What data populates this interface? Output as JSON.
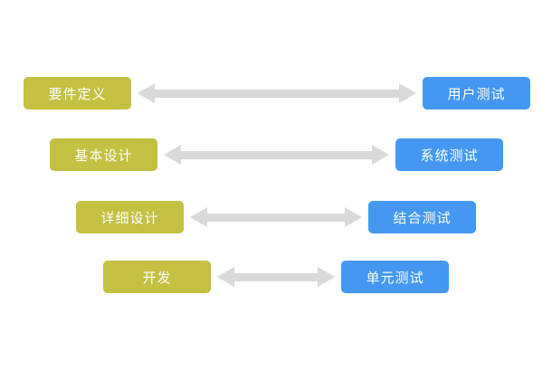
{
  "diagram": {
    "title": "v-model-development-testing-diagram",
    "rows": [
      {
        "left": "要件定义",
        "right": "用户测试"
      },
      {
        "left": "基本设计",
        "right": "系统测试"
      },
      {
        "left": "详细设计",
        "right": "结合测试"
      },
      {
        "left": "开发",
        "right": "单元测试"
      }
    ],
    "colors": {
      "phase_box": "#C4C042",
      "test_box": "#4498F2",
      "arrow": "#D9D9D9",
      "text": "#FFFFFF",
      "background": "#FFFFFF"
    }
  }
}
